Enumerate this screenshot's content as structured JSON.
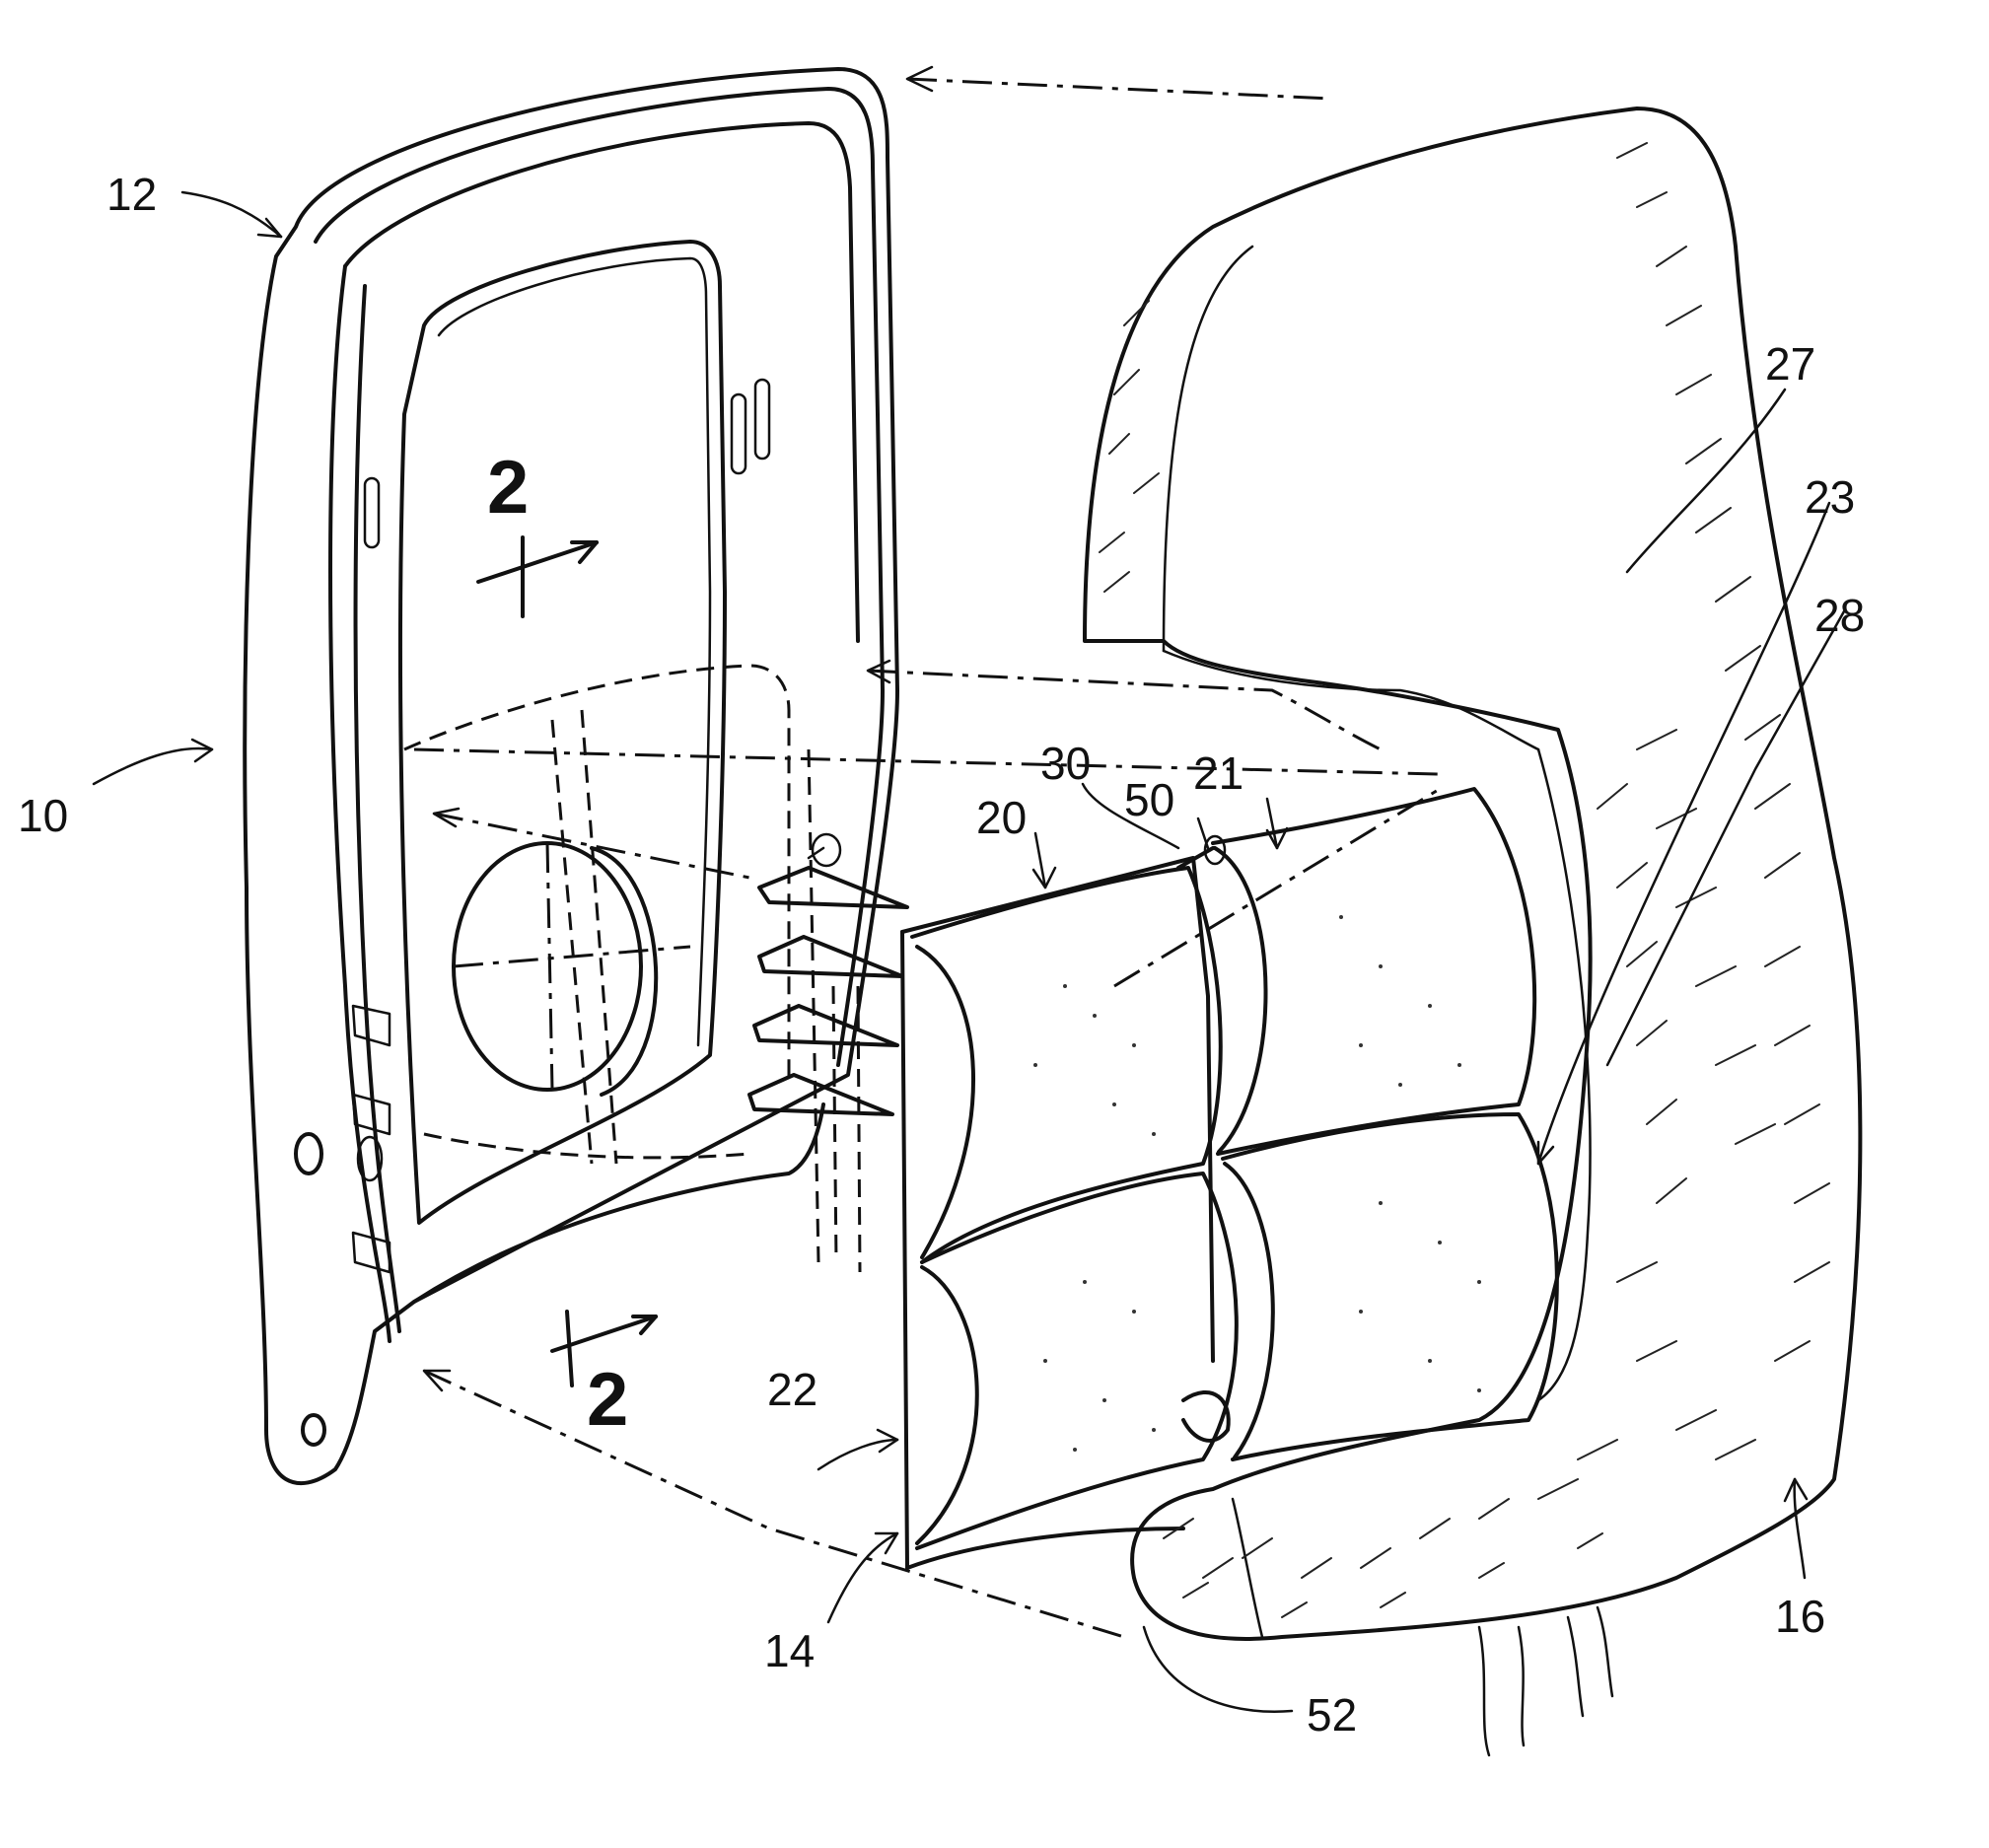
{
  "figure": {
    "labels": [
      {
        "id": "ref-10",
        "text": "10"
      },
      {
        "id": "ref-12",
        "text": "12"
      },
      {
        "id": "ref-14",
        "text": "14"
      },
      {
        "id": "ref-16",
        "text": "16"
      },
      {
        "id": "ref-20",
        "text": "20"
      },
      {
        "id": "ref-21",
        "text": "21"
      },
      {
        "id": "ref-22",
        "text": "22"
      },
      {
        "id": "ref-23",
        "text": "23"
      },
      {
        "id": "ref-27",
        "text": "27"
      },
      {
        "id": "ref-28",
        "text": "28"
      },
      {
        "id": "ref-30",
        "text": "30"
      },
      {
        "id": "ref-50",
        "text": "50"
      },
      {
        "id": "ref-52",
        "text": "52"
      }
    ],
    "section_marks": [
      {
        "id": "section-2-top",
        "text": "2"
      },
      {
        "id": "section-2-bottom",
        "text": "2"
      }
    ]
  },
  "colors": {
    "ink": "#111111",
    "paper": "#ffffff"
  }
}
